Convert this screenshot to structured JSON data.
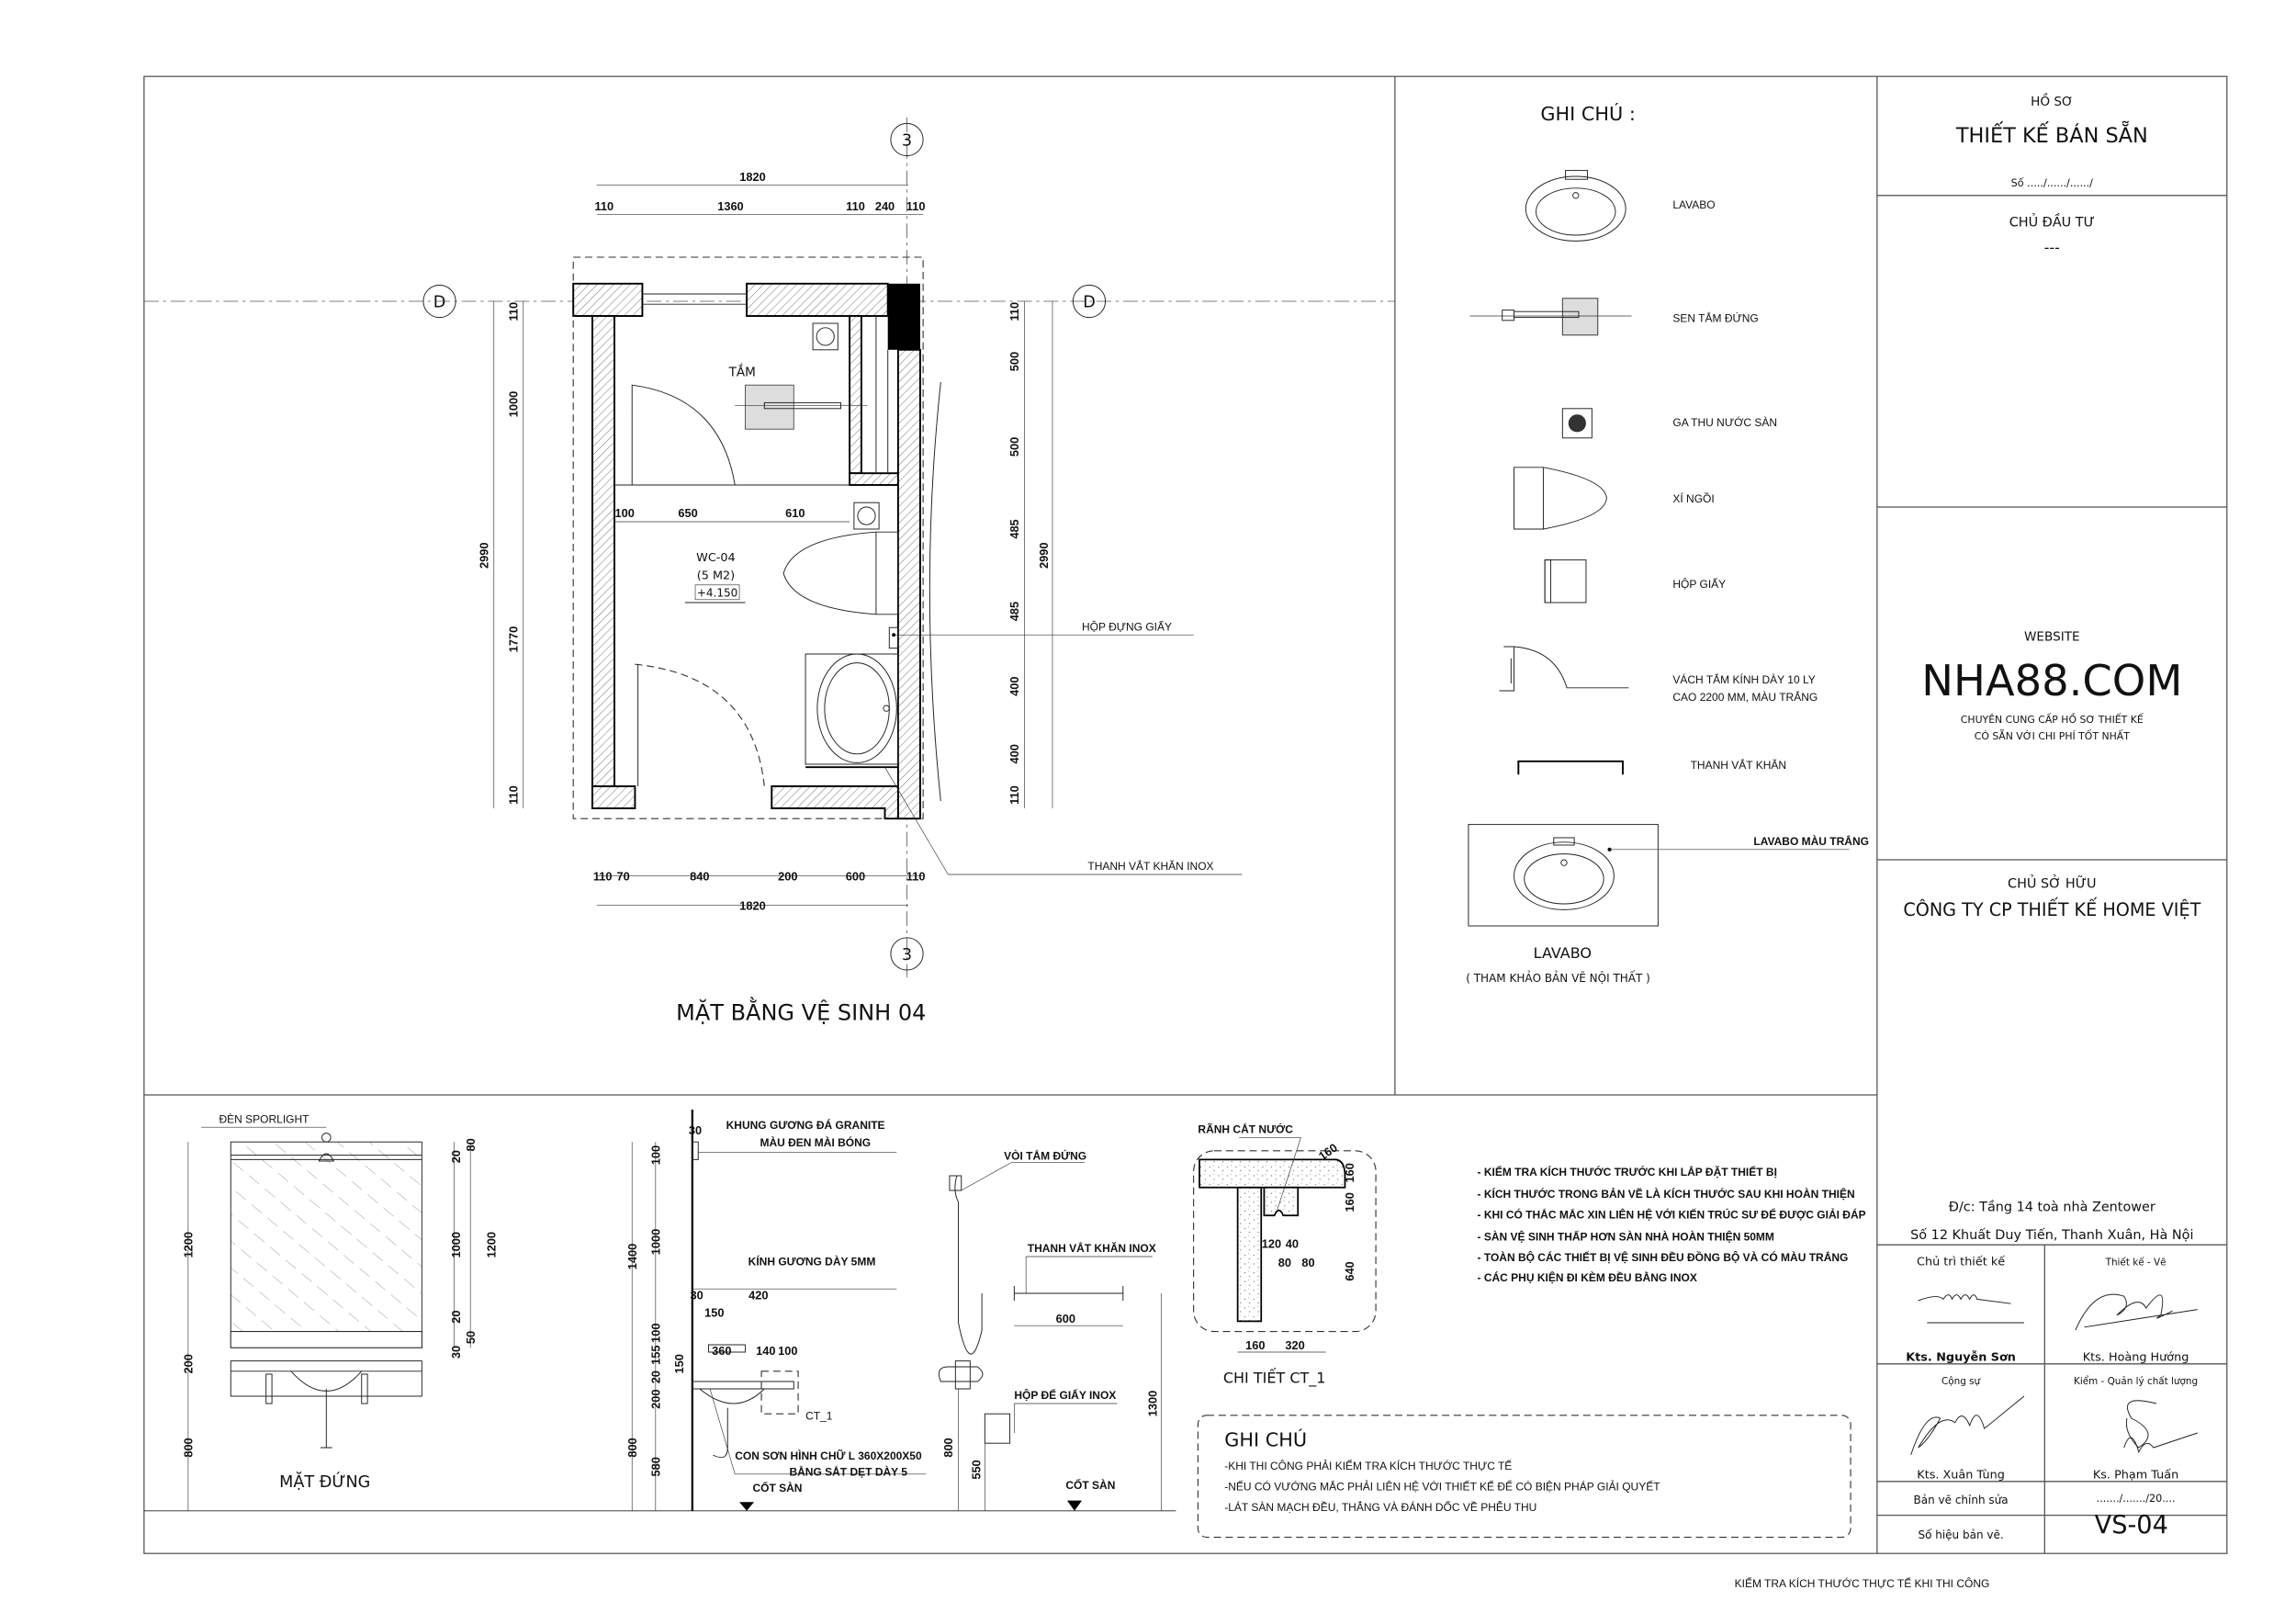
{
  "title_block": {
    "ho_so": "HỒ SƠ",
    "project": "THIẾT KẾ BÁN SẴN",
    "number": "Số ...../....../....../",
    "investor_label": "CHỦ ĐẦU TƯ",
    "investor_value": "---",
    "website_label": "WEBSITE",
    "website": "NHA88.COM",
    "tagline_1": "CHUYÊN CUNG CẤP HỒ SƠ THIẾT KẾ",
    "tagline_2": "CÓ SẴN VỚI CHI PHÍ TỐT NHẤT",
    "owner_label": "CHỦ SỞ HỮU",
    "owner": "CÔNG TY CP THIẾT KẾ HOME VIỆT",
    "address_1": "Đ/c: Tầng 14 toà nhà Zentower",
    "address_2": "Số 12 Khuất Duy Tiến, Thanh Xuân, Hà Nội",
    "signers": [
      {
        "role": "Chủ trì thiết kế",
        "name": "Kts. Nguyễn Sơn"
      },
      {
        "role": "Thiết kế - Vẽ",
        "name": "Kts. Hoàng Hướng"
      },
      {
        "role": "Cộng sự",
        "name": "Kts. Xuân Tùng"
      },
      {
        "role": "Kiểm - Quản lý chất lượng",
        "name": "Ks. Phạm Tuấn"
      }
    ],
    "revision_label": "Bản vẽ chỉnh sửa",
    "revision_date": "......./......./20....",
    "sheet_label": "Số hiệu bản vẽ.",
    "sheet_no": "VS-04"
  },
  "footer": "KIỂM TRA KÍCH THƯỚC THỰC TẾ KHI THI CÔNG",
  "legend": {
    "title": "GHI CHÚ :",
    "items": [
      "LAVABO",
      "SEN TẮM ĐỨNG",
      "GA THU NƯỚC SÀN",
      "XÍ NGỒI",
      "HỘP GIẤY",
      "VÁCH TẮM KÍNH DÀY 10 LY",
      "CAO 2200 MM, MÀU TRẮNG",
      "THANH VẮT KHĂN"
    ],
    "lavabo_callout": "LAVABO MÀU TRẮNG",
    "lavabo_title": "LAVABO",
    "lavabo_note": "( THAM KHẢO BẢN VẼ NỘI THẤT )"
  },
  "plan": {
    "title": "MẶT BẰNG VỆ SINH 04",
    "grid_3": "3",
    "grid_d": "D",
    "shower_label": "TẮM",
    "room_name": "WC-04",
    "room_area": "(5 M2)",
    "level": "+4.150",
    "callout_paper": "HỘP ĐỰNG GIẤY",
    "callout_towel": "THANH VẮT KHĂN INOX",
    "dims_top_total": "1820",
    "dims_top": [
      "110",
      "1360",
      "110",
      "240",
      "110"
    ],
    "dims_inner": [
      "100",
      "650",
      "610"
    ],
    "dims_bottom": [
      "110",
      "70",
      "840",
      "200",
      "600",
      "110"
    ],
    "dims_bottom_total": "1820",
    "dims_left": [
      "110",
      "1000",
      "1770",
      "110"
    ],
    "dims_left_total": "2990",
    "dims_right": [
      "110",
      "500",
      "500",
      "485",
      "485",
      "400",
      "400",
      "110"
    ],
    "dims_right_total": "2990"
  },
  "elevation": {
    "spotlight": "ĐÈN SPORLIGHT",
    "title": "MẶT ĐỨNG",
    "dims_left": [
      "1200",
      "200",
      "800"
    ],
    "dims_right": [
      "80",
      "20",
      "1000",
      "20",
      "50",
      "30"
    ],
    "dims_right_total": "1200"
  },
  "section": {
    "frame_1": "KHUNG GƯƠNG ĐÁ GRANITE",
    "frame_2": "MÀU ĐEN MÀI BÓNG",
    "glass": "KÍNH GƯƠNG DÀY 5MM",
    "bracket_1": "CON SƠN HÌNH CHỮ L 360X200X50",
    "bracket_2": "BẰNG SẮT DẸT DÀY 5",
    "floor": "CỐT SÀN",
    "ct_ref": "CT_1",
    "dims_outer": [
      "1400",
      "800"
    ],
    "dims_inner": [
      "100",
      "1000",
      "100",
      "155",
      "20",
      "200",
      "580"
    ],
    "dim_150v": "150",
    "dims_misc": [
      "30",
      "30",
      "420",
      "150",
      "360",
      "140",
      "100"
    ]
  },
  "shower_elev": {
    "shower": "VÒI TẮM ĐỨNG",
    "towel": "THANH VẮT KHĂN INOX",
    "towel_len": "600",
    "paper": "HỘP ĐỂ GIẤY INOX",
    "h_valve": "800",
    "h_paper": "550",
    "h_towel": "1300",
    "floor": "CỐT SÀN"
  },
  "detail": {
    "groove": "RÃNH CẮT NƯỚC",
    "title": "CHI TIẾT CT_1",
    "dims": [
      "160",
      "160",
      "160",
      "640",
      "120",
      "40",
      "80",
      "80",
      "160",
      "320"
    ]
  },
  "notes_top": [
    "- KIỂM TRA KÍCH THƯỚC TRƯỚC KHI LẮP ĐẶT THIẾT BỊ",
    "- KÍCH THƯỚC TRONG BẢN VẼ LÀ KÍCH THƯỚC  SAU KHI HOÀN THIỆN",
    "- KHI CÓ THẮC MẮC XIN LIÊN HỆ VỚI KIẾN TRÚC SƯ ĐỂ ĐƯỢC GIẢI ĐÁP",
    " - SÀN VỆ SINH THẤP HƠN SÀN NHÀ HOÀN THIỆN 50MM",
    " - TOÀN BỘ CÁC THIẾT BỊ VỆ SINH ĐỀU ĐỒNG BỘ VÀ CÓ MÀU TRẮNG",
    " - CÁC PHỤ KIỆN ĐI KÈM ĐỀU BẰNG INOX"
  ],
  "notes_box": {
    "title": "GHI CHÚ",
    "lines": [
      "-KHI THI CÔNG PHẢI KIỂM TRA KÍCH THƯỚC THỰC TẾ",
      "-NẾU CÓ VƯỚNG MẮC PHẢI LIÊN HỆ VỚI THIẾT KẾ ĐỂ CÓ BIỆN PHÁP GIẢI QUYẾT",
      "-LÁT SÀN MẠCH ĐỀU, THẲNG VÀ ĐÁNH DỐC VỀ PHỄU THU"
    ]
  }
}
